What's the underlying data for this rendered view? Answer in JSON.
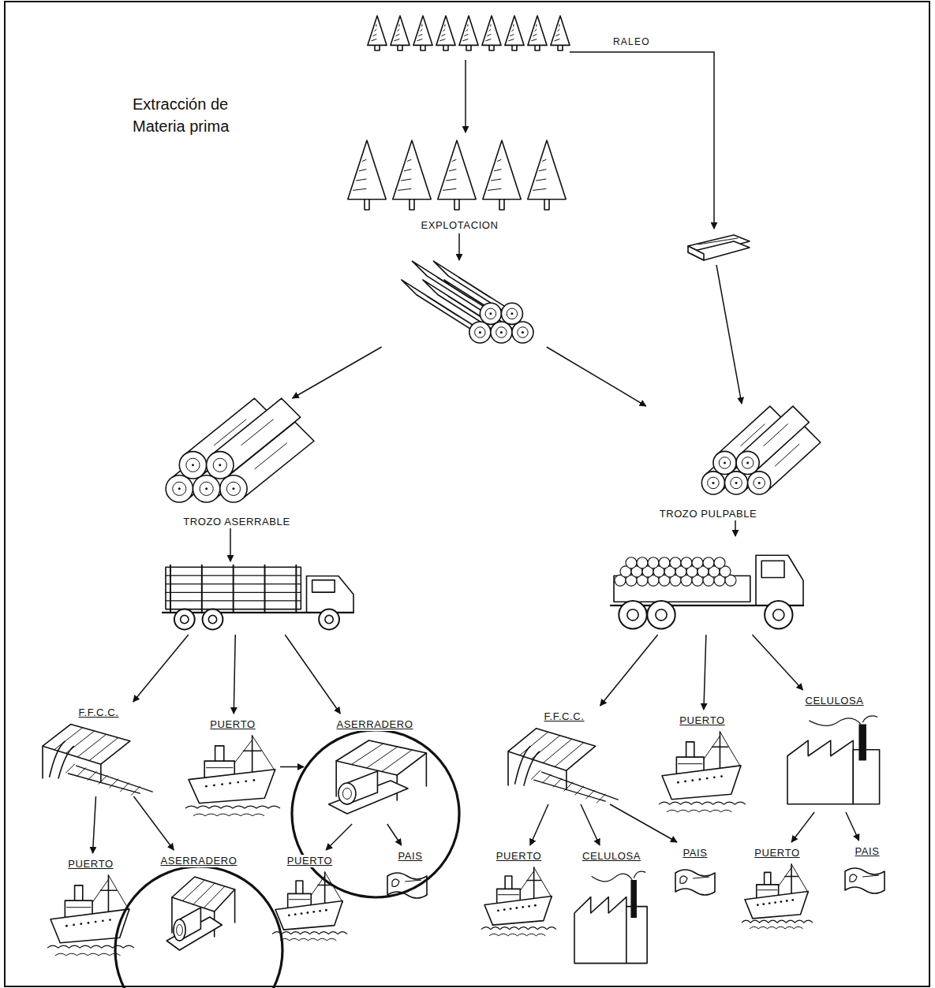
{
  "diagram": {
    "title": "Extracción de Materia prima",
    "nodes": [
      {
        "text": [
          "EXPLOTACION"
        ]
      },
      {
        "text": [
          "TROZO ASERRABLE"
        ]
      },
      {
        "text": [
          "TROZO PULPABLE"
        ]
      },
      {
        "text": [
          "F.F.C.C."
        ]
      },
      {
        "text": [
          "PUERTO"
        ]
      },
      {
        "text": [
          "ASERRADERO"
        ]
      },
      {
        "text": [
          "F.F.C.C."
        ]
      },
      {
        "text": [
          "PUERTO"
        ]
      },
      {
        "text": [
          "CELULOSA"
        ]
      },
      {
        "text": [
          "PUERTO"
        ]
      },
      {
        "text": [
          "ASERRADERO"
        ]
      },
      {
        "text": [
          "PUERTO"
        ]
      },
      {
        "text": [
          "PAIS"
        ]
      },
      {
        "text": [
          "PUERTO"
        ]
      },
      {
        "text": [
          "CELULOSA"
        ]
      },
      {
        "text": [
          "PAIS"
        ]
      },
      {
        "text": [
          "PUERTO"
        ]
      },
      {
        "text": [
          "PAIS"
        ]
      }
    ],
    "edges": [
      {
        "from": 0,
        "to": 1,
        "arrow": "to"
      },
      {
        "from": 0,
        "to": 2,
        "arrow": "to"
      },
      {
        "from": 1,
        "to": 3,
        "arrow": "to"
      },
      {
        "from": 1,
        "to": 4,
        "arrow": "to"
      },
      {
        "from": 1,
        "to": 5,
        "arrow": "to"
      },
      {
        "from": 4,
        "to": 5,
        "arrow": "to"
      },
      {
        "from": 2,
        "to": 6,
        "arrow": "to"
      },
      {
        "from": 2,
        "to": 7,
        "arrow": "to"
      },
      {
        "from": 2,
        "to": 8,
        "arrow": "to"
      },
      {
        "from": 3,
        "to": 9,
        "arrow": "to"
      },
      {
        "from": 3,
        "to": 10,
        "arrow": "to"
      },
      {
        "from": 5,
        "to": 11,
        "arrow": "to"
      },
      {
        "from": 5,
        "to": 12,
        "arrow": "to"
      },
      {
        "from": 6,
        "to": 13,
        "arrow": "to"
      },
      {
        "from": 6,
        "to": 14,
        "arrow": "to"
      },
      {
        "from": 6,
        "to": 15,
        "arrow": "to"
      },
      {
        "from": 8,
        "to": 16,
        "arrow": "to"
      },
      {
        "from": 8,
        "to": 17,
        "arrow": "to"
      }
    ],
    "labels": [
      "RALEO"
    ]
  }
}
